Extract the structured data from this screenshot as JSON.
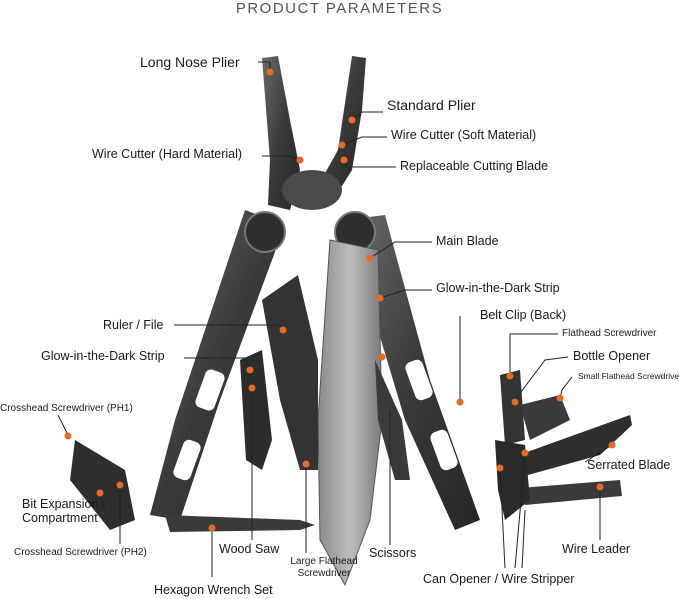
{
  "title": "PRODUCT PARAMETERS",
  "colors": {
    "accent": "#e46a25",
    "tool_dark": "#3c3c3c",
    "tool_mid": "#5a5a5a",
    "leader": "#222222"
  },
  "labels": {
    "long_nose_plier": "Long Nose Plier",
    "standard_plier": "Standard Plier",
    "wire_cutter_soft": "Wire Cutter (Soft Material)",
    "wire_cutter_hard": "Wire Cutter (Hard Material)",
    "replaceable_blade": "Replaceable Cutting Blade",
    "main_blade": "Main Blade",
    "glow_strip_right": "Glow-in-the-Dark Strip",
    "belt_clip": "Belt Clip (Back)",
    "ruler_file": "Ruler / File",
    "flathead_screwdriver": "Flathead Screwdriver",
    "glow_strip_left": "Glow-in-the-Dark Strip",
    "bottle_opener": "Bottle Opener",
    "small_flathead": "Small Flathead Screwdriver",
    "crosshead_ph1": "Crosshead Screwdriver (PH1)",
    "serrated_blade": "Serrated Blade",
    "bit_expansion_1": "Bit Expansion",
    "bit_expansion_2": "Compartment",
    "wood_saw": "Wood Saw",
    "wire_leader": "Wire Leader",
    "crosshead_ph2": "Crosshead Screwdriver (PH2)",
    "large_flathead_1": "Large Flathead",
    "large_flathead_2": "Screwdriver",
    "scissors": "Scissors",
    "can_opener": "Can Opener / Wire Stripper",
    "hex_wrench": "Hexagon Wrench Set"
  }
}
